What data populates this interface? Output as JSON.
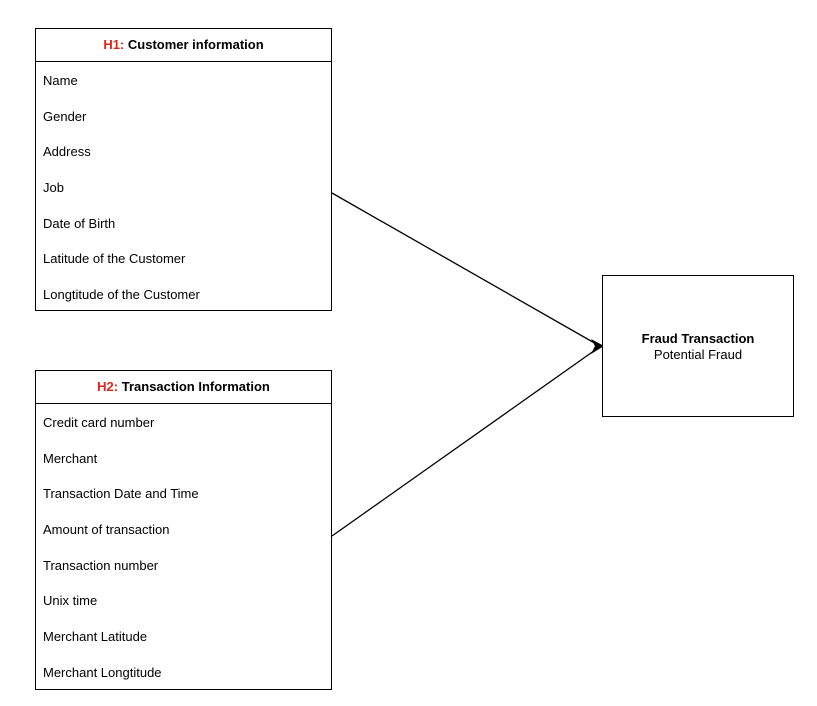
{
  "entities": {
    "h1": {
      "tag": "H1:",
      "title": "Customer information",
      "attributes": [
        "Name",
        "Gender",
        "Address",
        "Job",
        "Date of Birth",
        "Latitude of the Customer",
        "Longtitude of the Customer"
      ]
    },
    "h2": {
      "tag": "H2:",
      "title": "Transaction Information",
      "attributes": [
        "Credit card number",
        "Merchant",
        "Transaction Date and Time",
        "Amount of transaction",
        "Transaction number",
        "Unix time",
        "Merchant Latitude",
        "Merchant Longtitude"
      ]
    }
  },
  "target": {
    "title": "Fraud Transaction",
    "subtitle": "Potential Fraud"
  },
  "colors": {
    "hypothesis_tag": "#e0251b",
    "line": "#000000"
  }
}
